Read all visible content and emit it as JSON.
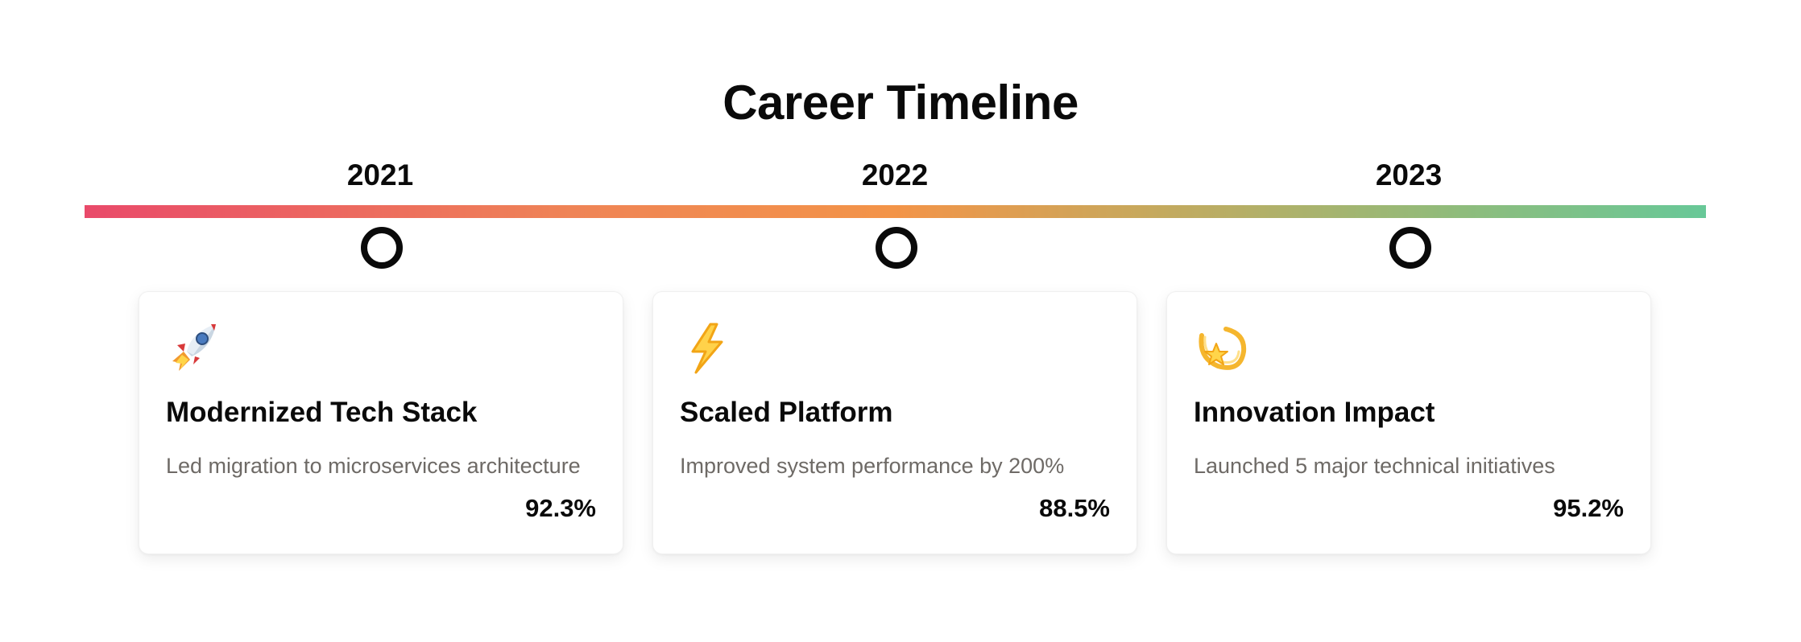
{
  "page": {
    "title": "Career Timeline"
  },
  "timeline": {
    "gradient_colors": [
      "#e94a6a",
      "#ef8456",
      "#f39448",
      "#c8a85c",
      "#8ebc7c",
      "#68c898"
    ],
    "items": [
      {
        "year": "2021",
        "icon": "rocket-icon",
        "title": "Modernized Tech Stack",
        "description": "Led migration to microservices architecture",
        "metric": "92.3%"
      },
      {
        "year": "2022",
        "icon": "lightning-icon",
        "title": "Scaled Platform",
        "description": "Improved system performance by 200%",
        "metric": "88.5%"
      },
      {
        "year": "2023",
        "icon": "dizzy-star-icon",
        "title": "Innovation Impact",
        "description": "Launched 5 major technical initiatives",
        "metric": "95.2%"
      }
    ]
  }
}
